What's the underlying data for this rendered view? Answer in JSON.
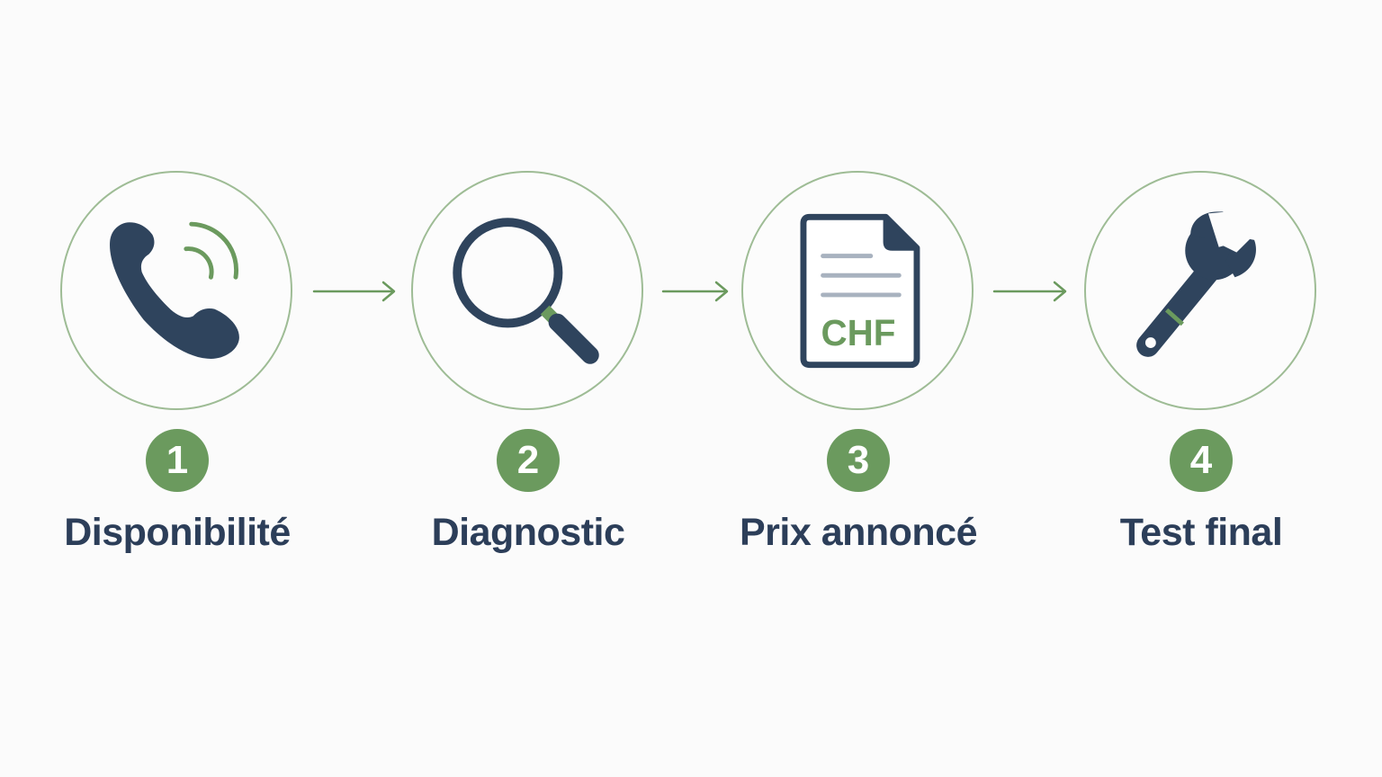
{
  "colors": {
    "accent": "#6b9a5e",
    "ring": "#9ebc95",
    "icon": "#2f445d",
    "text": "#2c3e59",
    "doc_lines": "#a8b2bf"
  },
  "steps": [
    {
      "number": "1",
      "label": "Disponibilité",
      "icon": "phone-icon"
    },
    {
      "number": "2",
      "label": "Diagnostic",
      "icon": "magnifier-icon"
    },
    {
      "number": "3",
      "label": "Prix annoncé",
      "icon": "price-document-icon",
      "icon_text": "CHF"
    },
    {
      "number": "4",
      "label": "Test final",
      "icon": "wrench-icon"
    }
  ],
  "arrows": [
    {
      "from": "1",
      "to": "2"
    },
    {
      "from": "2",
      "to": "3"
    },
    {
      "from": "3",
      "to": "4"
    }
  ]
}
